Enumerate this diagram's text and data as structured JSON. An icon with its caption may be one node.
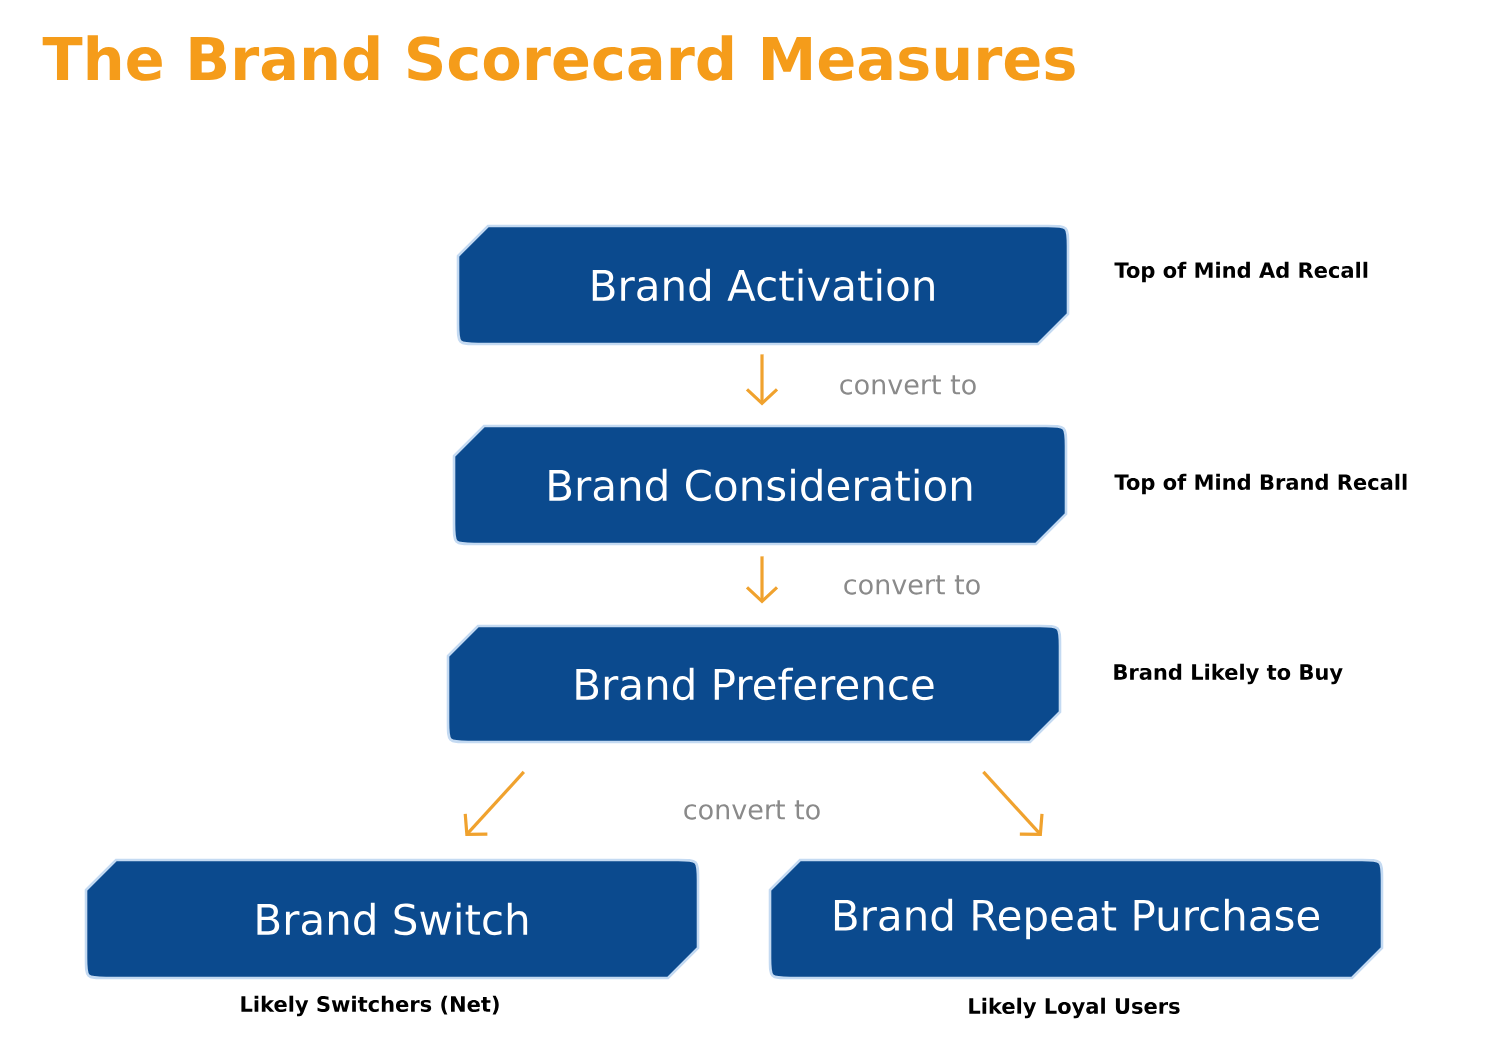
{
  "diagram": {
    "title": "The Brand Scorecard Measures",
    "nodes": [
      {
        "text": [
          "Brand Activation"
        ],
        "beside": [
          "Top of Mind Ad Recall"
        ]
      },
      {
        "text": [
          "Brand Consideration"
        ],
        "beside": [
          "Top of Mind Brand Recall"
        ]
      },
      {
        "text": [
          "Brand Preference"
        ],
        "beside": [
          "Brand Likely to Buy"
        ]
      },
      {
        "text": [
          "Brand Switch"
        ],
        "beside": [
          "Likely Switchers (Net)"
        ]
      },
      {
        "text": [
          "Brand Repeat Purchase"
        ],
        "beside": [
          "Likely Loyal Users"
        ]
      }
    ],
    "edges": [
      {
        "from": 0,
        "to": 1,
        "arrow": "to",
        "label": "convert to"
      },
      {
        "from": 1,
        "to": 2,
        "arrow": "to",
        "label": "convert to"
      },
      {
        "from": 2,
        "to": 3,
        "arrow": "to"
      },
      {
        "from": 2,
        "to": 4,
        "arrow": "to"
      }
    ],
    "labels": [
      "convert to"
    ]
  }
}
